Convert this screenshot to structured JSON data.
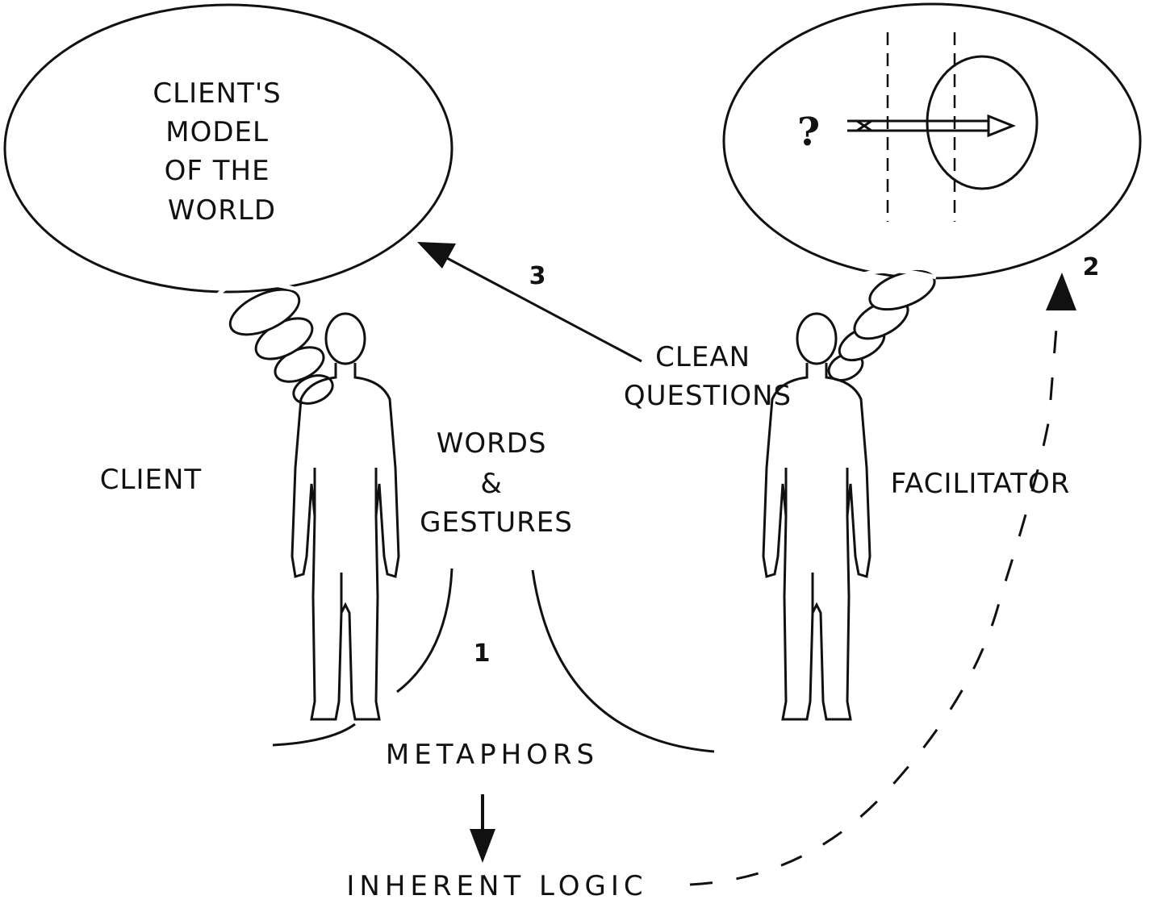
{
  "diagram": {
    "client_bubble": {
      "lines": [
        "CLIENT'S",
        "MODEL",
        "OF THE",
        "WORLD"
      ]
    },
    "client_label": "CLIENT",
    "facilitator_label": "FACILITATOR",
    "words_gestures": {
      "lines": [
        "WORDS",
        "&",
        "GESTURES"
      ]
    },
    "clean_questions": {
      "lines": [
        "CLEAN",
        "QUESTIONS"
      ]
    },
    "metaphors_label": "METAPHORS",
    "inherent_logic_label": "INHERENT LOGIC",
    "step_numbers": {
      "one": "1",
      "two": "2",
      "three": "3"
    },
    "question_mark": "?",
    "icons": {
      "client": "person-outline-icon",
      "facilitator": "person-outline-icon",
      "arrow_down": "arrow-down-icon",
      "arrow_up": "arrow-up-icon"
    }
  }
}
